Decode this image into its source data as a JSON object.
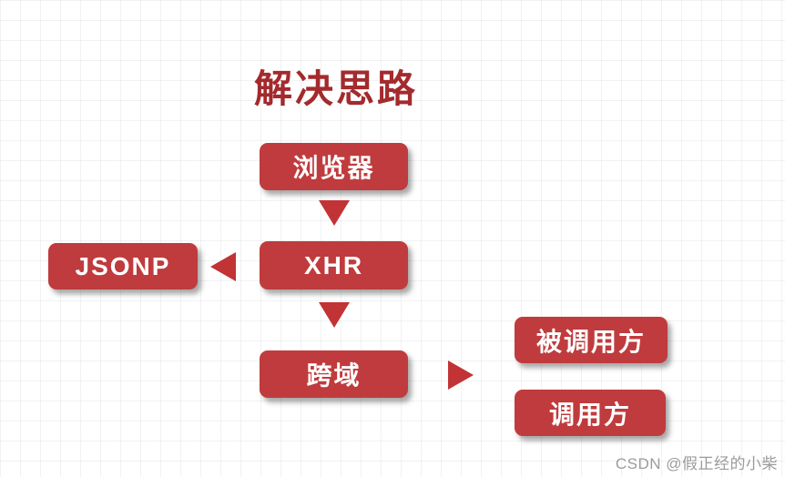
{
  "title": "解决思路",
  "watermark": "CSDN @假正经的小柴",
  "colors": {
    "node_fill": "#c03b3d",
    "title_text": "#a32a2d",
    "arrow": "#c23335",
    "node_text": "#ffffff",
    "watermark_text": "#9b9b9b",
    "background": "#ffffff"
  },
  "nodes": {
    "browser": {
      "label": "浏览器"
    },
    "xhr": {
      "label": "XHR"
    },
    "jsonp": {
      "label": "JSONP"
    },
    "cross_domain": {
      "label": "跨域"
    },
    "callee": {
      "label": "被调用方"
    },
    "caller": {
      "label": "调用方"
    }
  },
  "edges": [
    {
      "from": "browser",
      "to": "xhr",
      "direction": "down"
    },
    {
      "from": "xhr",
      "to": "jsonp",
      "direction": "left"
    },
    {
      "from": "xhr",
      "to": "cross_domain",
      "direction": "down"
    },
    {
      "from": "cross_domain",
      "to": "callee_caller",
      "direction": "right"
    }
  ]
}
